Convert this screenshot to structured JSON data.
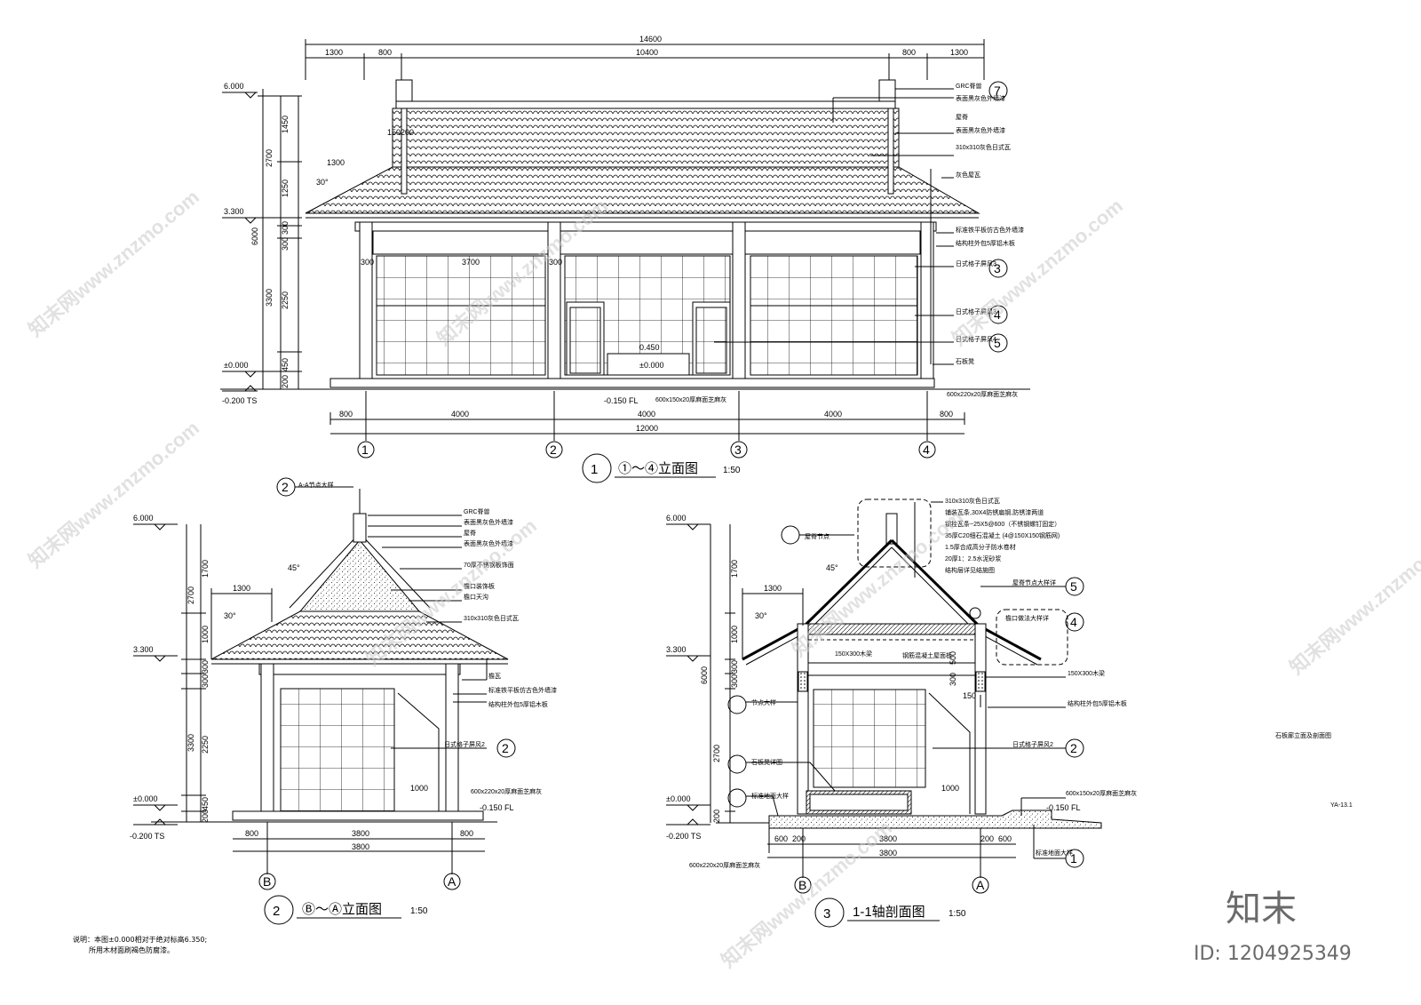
{
  "sheet": {
    "side_title": "石板廊立面及剖面图",
    "sheet_number": "YA-13.1",
    "brand": "知末",
    "id_text": "ID: 1204925349",
    "watermark": "知末网www.znzmo.com",
    "note_line1": "说明：本图±0.000相对于绝对标高6.350;",
    "note_line2": "所用木材面刷褐色防腐漆。"
  },
  "view1": {
    "number": "1",
    "title": "①～④立面图",
    "scale": "1:50",
    "top_dims": {
      "total": "14600",
      "left_outer": "1300",
      "left_inner": "800",
      "middle": "10400",
      "right_inner": "800",
      "right_outer": "1300"
    },
    "bottom_dims": {
      "left": "800",
      "bay1": "4000",
      "bay2": "4000",
      "bay3": "4000",
      "right": "800",
      "total": "12000"
    },
    "levels": {
      "ridge": "6.000",
      "eave": "3.300",
      "floor": "±0.000",
      "ground": "-0.200 TS"
    },
    "vertical_dims": [
      "1450",
      "1250",
      "300",
      "300",
      "2250",
      "450",
      "200",
      "2700",
      "3300",
      "6000"
    ],
    "misc": {
      "roof_slope": "30°",
      "eave_overhang": "1300",
      "ridge_mark": "150200",
      "post1": "300",
      "bay_width": "3700",
      "post2": "300",
      "bench_h": "0.450",
      "inner_floor": "±0.000",
      "fl": "-0.150 FL",
      "paving_a": "600x150x20厚麻面芝麻灰",
      "paving_b": "600x220x20厚麻面芝麻灰"
    },
    "axes": [
      "1",
      "2",
      "3",
      "4"
    ],
    "labels": [
      "GRC脊兽",
      "表面黑灰色外墙漆",
      "屋脊",
      "表面黑灰色外墙漆",
      "310x310灰色日式瓦",
      "灰色屋瓦",
      "标准铁平板仿古色外墙漆",
      "结构柱外包5厚铝木板",
      "日式格子屏风3",
      "日式格子屏风3",
      "日式格子屏风4",
      "石板凳"
    ],
    "callouts": [
      "7",
      "3",
      "4",
      "5"
    ]
  },
  "view2": {
    "number": "2",
    "title": "Ⓑ～Ⓐ立面图",
    "scale": "1:50",
    "top_callout": "A-A节点大样",
    "levels": {
      "ridge": "6.000",
      "eave": "3.300",
      "floor": "±0.000",
      "ground": "-0.200 TS"
    },
    "vertical_dims": [
      "1700",
      "1000",
      "300",
      "300",
      "2250",
      "450",
      "200",
      "2700",
      "3300"
    ],
    "misc": {
      "slope_top": "45°",
      "slope_eave": "30°",
      "overhang": "1300",
      "depth": "1000",
      "fl": "-0.150 FL",
      "paving": "600x220x20厚麻面芝麻灰"
    },
    "bottom_dims": {
      "left": "800",
      "mid": "3800",
      "right": "800",
      "total": "3800"
    },
    "axes": [
      "B",
      "A"
    ],
    "labels": [
      "GRC脊兽",
      "表面黑灰色外墙漆",
      "屋脊",
      "表面黑灰色外墙漆",
      "70厚不锈钢板饰面",
      "檐口装饰板",
      "檐口天沟",
      "310x310灰色日式瓦",
      "檐瓦",
      "标准铁平板仿古色外墙漆",
      "结构柱外包5厚铝木板",
      "日式格子屏风2"
    ],
    "callouts": [
      "2"
    ]
  },
  "view3": {
    "number": "3",
    "title": "1-1轴剖面图",
    "scale": "1:50",
    "levels": {
      "ridge": "6.000",
      "eave": "3.300",
      "floor": "±0.000",
      "ground": "-0.200 TS"
    },
    "vertical_dims": [
      "1700",
      "1000",
      "300",
      "300",
      "2700",
      "200",
      "6000"
    ],
    "misc": {
      "slope_top": "45°",
      "slope_eave": "30°",
      "overhang": "1300",
      "beam": "150X300木梁",
      "beam_r": "150X300木梁",
      "dim500": "500",
      "dim300": "300",
      "dim150": "150",
      "depth": "1000",
      "fl": "-0.150 FL",
      "paving_a": "600x150x20厚麻面芝麻灰",
      "paving_b": "600x220x20厚麻面芝麻灰",
      "ridge_detail": "屋脊节点",
      "joint_detail": "节点大样",
      "bench_detail": "石板凳详图",
      "foot_detail": "标准地面大样",
      "ceiling": "钢筋混凝土屋面板",
      "ridge_layer": "屋脊节点大样详",
      "eave_detail": "檐口做法大样详",
      "foot_right": "标准地面大样"
    },
    "bottom_dims": {
      "left": "600",
      "left2": "200",
      "mid": "3800",
      "right2": "200",
      "right": "600",
      "total": "3800"
    },
    "roof_layers": [
      "310x310灰色日式瓦",
      "铺装瓦条,30X4防锈扁钢,防锈漆两道",
      "钢挂瓦条~25X5@600（不锈钢螺钉固定）",
      "35厚C20细石混凝土 (4@150X150钢筋网)",
      "1.5厚合成高分子防水卷材",
      "20厚1：2.5水泥砂浆",
      "结构层详见结施图"
    ],
    "labels": [
      "结构柱外包5厚铝木板",
      "日式格子屏风2"
    ],
    "axes": [
      "B",
      "A"
    ],
    "callouts": [
      "5",
      "4",
      "2",
      "1"
    ]
  }
}
